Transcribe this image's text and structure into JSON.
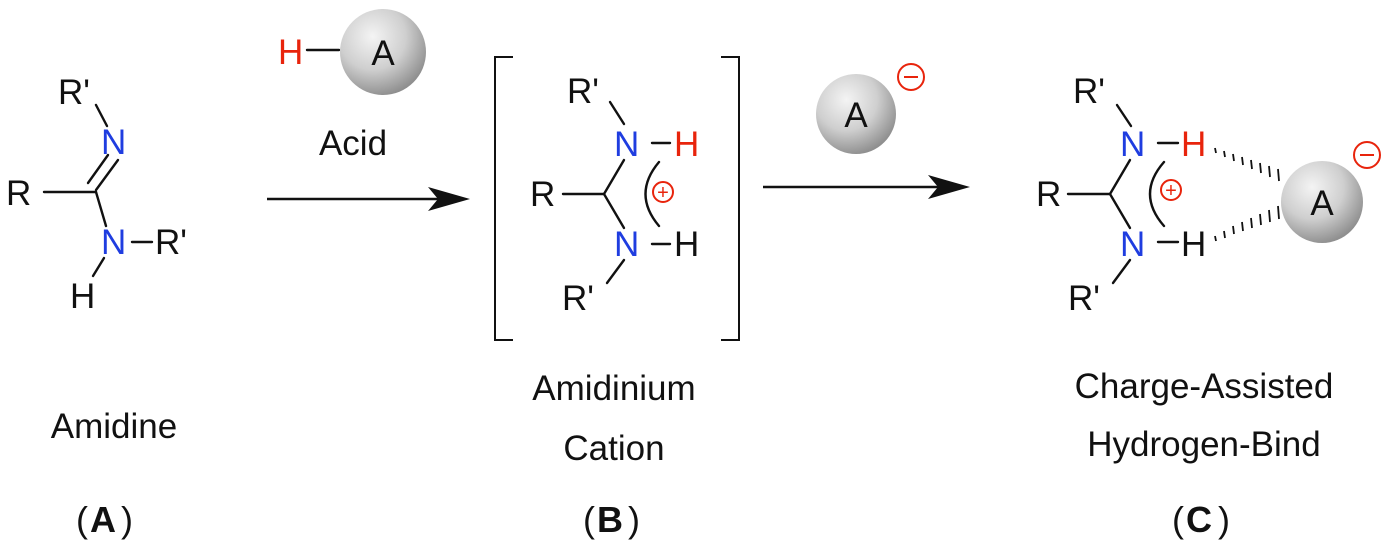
{
  "colors": {
    "nitrogen": "#1f3de0",
    "acidic_hydrogen": "#e8240c",
    "charge": "#e8240c",
    "text": "#111111",
    "sphere_light": "#f2f2f2",
    "sphere_dark": "#9a9a9a"
  },
  "reagent": {
    "h": "H",
    "a": "A",
    "name": "Acid"
  },
  "anion_reagent": {
    "a": "A",
    "charge": "⊖"
  },
  "amidine": {
    "r_top": "R'",
    "n_top": "N",
    "r_left": "R",
    "n_bottom": "N",
    "r_right": "R'",
    "h": "H",
    "caption": "Amidine",
    "label": "A"
  },
  "amidinium": {
    "r_top": "R'",
    "n_top": "N",
    "h_top": "H",
    "r_left": "R",
    "charge": "+",
    "n_bottom": "N",
    "h_bottom": "H",
    "r_bottom": "R'",
    "caption_line1": "Amidinium",
    "caption_line2": "Cation",
    "label": "B"
  },
  "complex": {
    "r_top": "R'",
    "n_top": "N",
    "h_top": "H",
    "r_left": "R",
    "charge": "+",
    "n_bottom": "N",
    "h_bottom": "H",
    "r_bottom": "R'",
    "a": "A",
    "anion_charge": "⊖",
    "caption_line1": "Charge-Assisted",
    "caption_line2": "Hydrogen-Bind",
    "label": "C"
  }
}
